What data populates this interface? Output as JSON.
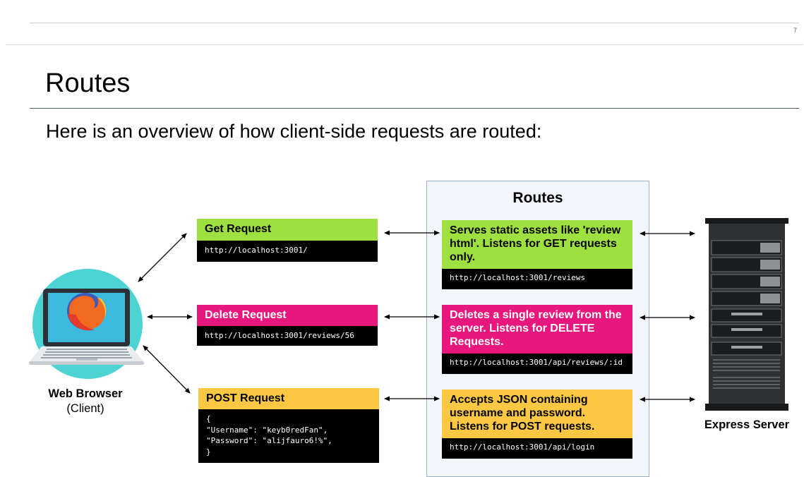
{
  "slide": {
    "page_number": "7",
    "title": "Routes",
    "subtitle": "Here is an overview of how client-side requests are routed:"
  },
  "client": {
    "name": "Web Browser",
    "role": "(Client)"
  },
  "server": {
    "name": "Express Server"
  },
  "requests": [
    {
      "label": "Get Request",
      "code": "http://localhost:3001/"
    },
    {
      "label": "Delete Request",
      "code": "http://localhost:3001/reviews/56"
    },
    {
      "label": "POST Request",
      "code": "{\n\"Username\": \"keyb0redFan\",\n\"Password\": \"alijfauro6!%\",\n}"
    }
  ],
  "routes": {
    "title": "Routes",
    "items": [
      {
        "description": "Serves static assets like 'review html'. Listens for GET requests only.",
        "url": "http://localhost:3001/reviews"
      },
      {
        "description": "Deletes a single review from the server. Listens for DELETE Requests.",
        "url": "http://localhost:3001/api/reviews/:id"
      },
      {
        "description": "Accepts JSON containing username and password. Listens for POST requests.",
        "url": "http://localhost:3001/api/login"
      }
    ]
  },
  "colors": {
    "get": "#9de040",
    "delete": "#e8177d",
    "post": "#fcc844",
    "code_bg": "#000000",
    "routes_panel": "#f2f5f9",
    "laptop_circle": "#4dd3d3"
  },
  "icons": {
    "client": "firefox-laptop-icon",
    "server": "server-rack-icon"
  }
}
